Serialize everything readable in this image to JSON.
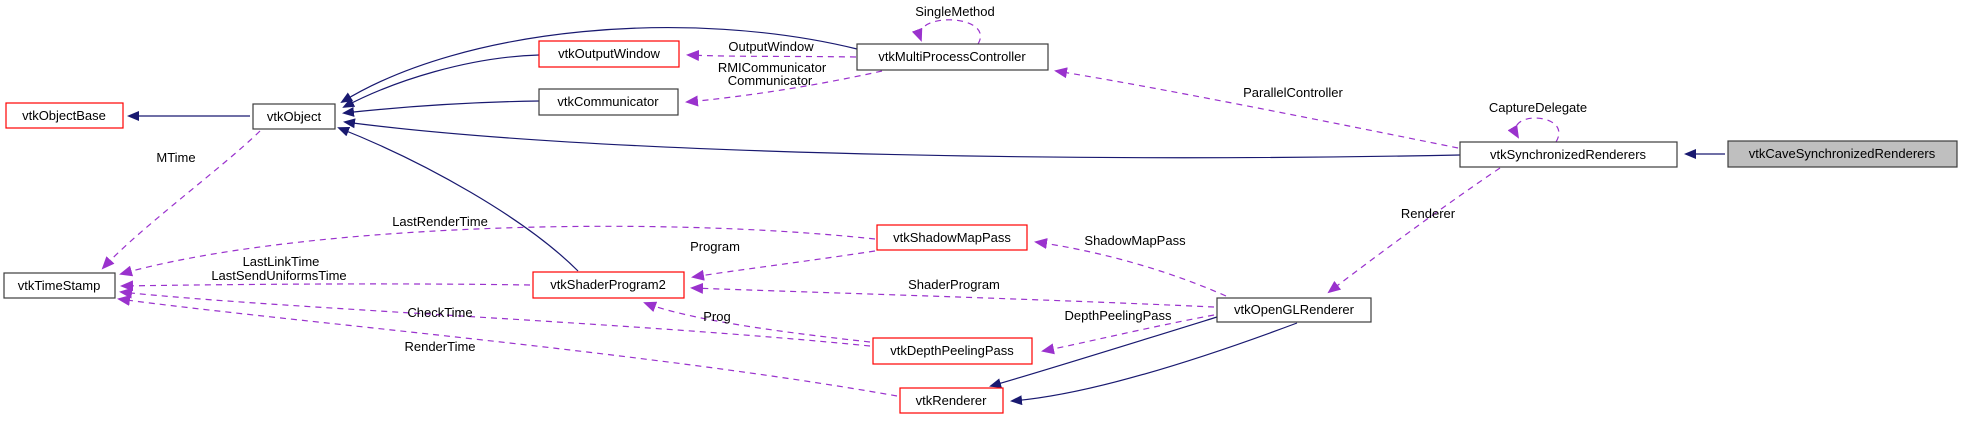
{
  "diagram": {
    "type": "doxygen-collaboration-graph",
    "nodes": {
      "objectbase": {
        "label": "vtkObjectBase"
      },
      "object": {
        "label": "vtkObject"
      },
      "outputwindow": {
        "label": "vtkOutputWindow"
      },
      "communicator": {
        "label": "vtkCommunicator"
      },
      "multiprocess": {
        "label": "vtkMultiProcessController"
      },
      "syncrenderers": {
        "label": "vtkSynchronizedRenderers"
      },
      "cavesyncrenderers": {
        "label": "vtkCaveSynchronizedRenderers"
      },
      "timestamp": {
        "label": "vtkTimeStamp"
      },
      "shaderprogram2": {
        "label": "vtkShaderProgram2"
      },
      "shadowmappass": {
        "label": "vtkShadowMapPass"
      },
      "depthpeelingpass": {
        "label": "vtkDepthPeelingPass"
      },
      "renderer": {
        "label": "vtkRenderer"
      },
      "openglrenderer": {
        "label": "vtkOpenGLRenderer"
      }
    },
    "edge_labels": {
      "single_method": "SingleMethod",
      "output_window": "OutputWindow",
      "rmi_communicator": "RMICommunicator",
      "communicator": "Communicator",
      "parallel_controller": "ParallelController",
      "capture_delegate": "CaptureDelegate",
      "renderer": "Renderer",
      "mtime": "MTime",
      "last_render_time": "LastRenderTime",
      "last_link_time": "LastLinkTime",
      "last_send_uniforms_time": "LastSendUniformsTime",
      "check_time": "CheckTime",
      "render_time": "RenderTime",
      "program": "Program",
      "prog": "Prog",
      "shader_program": "ShaderProgram",
      "shadow_map_pass": "ShadowMapPass",
      "depth_peeling_pass": "DepthPeelingPass"
    },
    "colors": {
      "inheritance_edge": "#191970",
      "usage_edge": "#9a32cd",
      "truncated_border": "#ff0000",
      "node_border": "#3c3c3c",
      "current_node_fill": "#bfbfbf",
      "node_fill": "#ffffff"
    }
  }
}
